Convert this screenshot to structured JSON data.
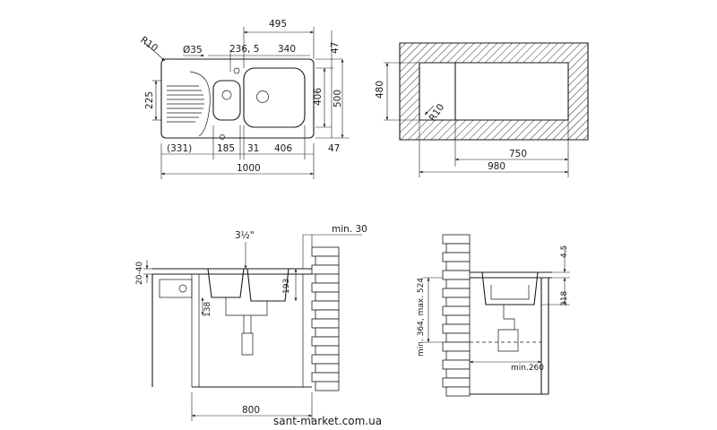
{
  "top_view": {
    "corner_radius": "R10",
    "hole_diameter": "Ø35",
    "dim_495": "495",
    "dim_236": "236, 5",
    "dim_340": "340",
    "dim_47_top": "47",
    "dim_225": "225",
    "dim_406_h": "406",
    "dim_500": "500",
    "dim_331": "(331)",
    "dim_185": "185",
    "dim_31": "31",
    "dim_406_w": "406",
    "dim_47_bottom": "47",
    "dim_1000": "1000"
  },
  "cutout_view": {
    "dim_480": "480",
    "corner_radius": "R10",
    "dim_750": "750",
    "dim_980": "980"
  },
  "front_view": {
    "fitting_size": "3½\"",
    "wall_gap": "min. 30",
    "dim_20_40": "20-40",
    "dim_193": "193",
    "dim_138": "138",
    "dim_800": "800"
  },
  "side_view": {
    "dim_4_5": "4.5",
    "dim_height_range": "min. 364, max. 524",
    "dim_318": "318",
    "dim_min_260": "min.260"
  },
  "watermark": "sant-market.com.ua"
}
